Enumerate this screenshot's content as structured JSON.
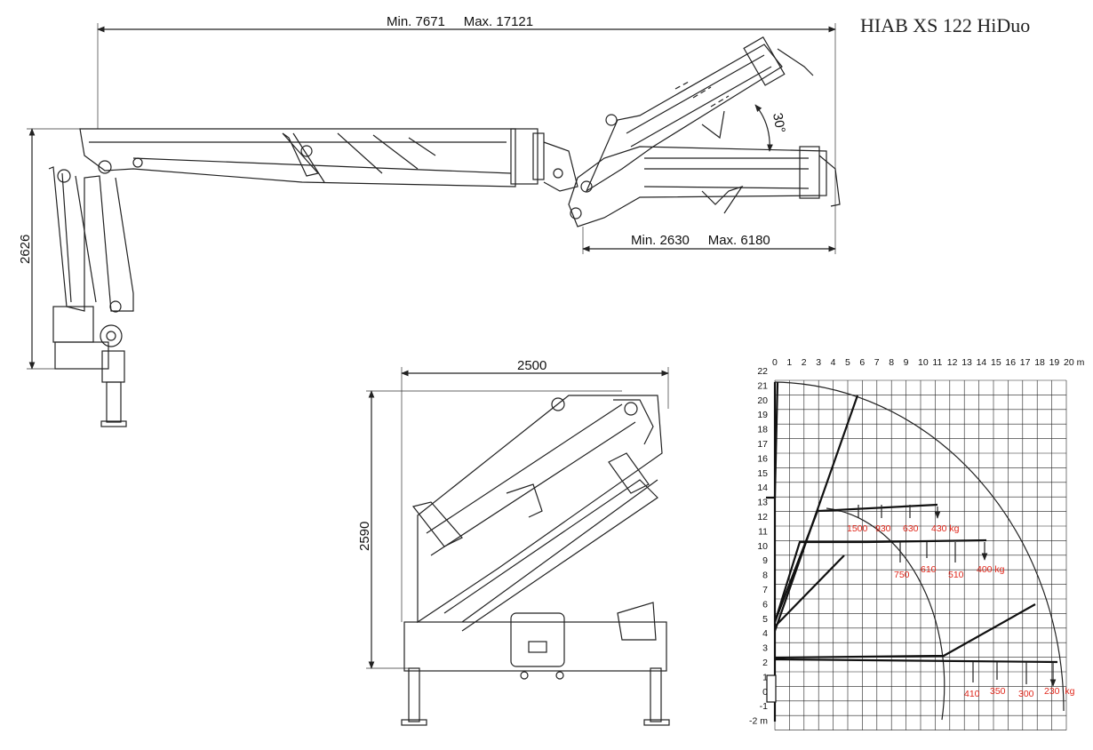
{
  "title": "HIAB XS 122 HiDuo",
  "side_view": {
    "total_reach_label": "Min. 7671     Max. 17121",
    "height_label": "2626",
    "angle_label": "30°",
    "jib_reach_label": "Min. 2630     Max. 6180"
  },
  "front_view": {
    "width_label": "2500",
    "height_label": "2590"
  },
  "load_chart": {
    "x_ticks": [
      "0",
      "1",
      "2",
      "3",
      "4",
      "5",
      "6",
      "7",
      "8",
      "9",
      "10",
      "11",
      "12",
      "13",
      "14",
      "15",
      "16",
      "17",
      "18",
      "19",
      "20 m"
    ],
    "y_ticks": [
      "22",
      "21",
      "20",
      "19",
      "18",
      "17",
      "16",
      "15",
      "14",
      "13",
      "12",
      "11",
      "10",
      "9",
      "8",
      "7",
      "6",
      "5",
      "4",
      "3",
      "2",
      "1",
      "0",
      "-1",
      "-2 m"
    ],
    "loads_upper": [
      "1500",
      "930",
      "630",
      "430 kg"
    ],
    "loads_middle": [
      "750",
      "610",
      "510",
      "400 kg"
    ],
    "loads_lower": [
      "410",
      "350",
      "300",
      "230  kg"
    ],
    "colors": {
      "load_label": "#e0281c",
      "grid": "#222222"
    }
  }
}
